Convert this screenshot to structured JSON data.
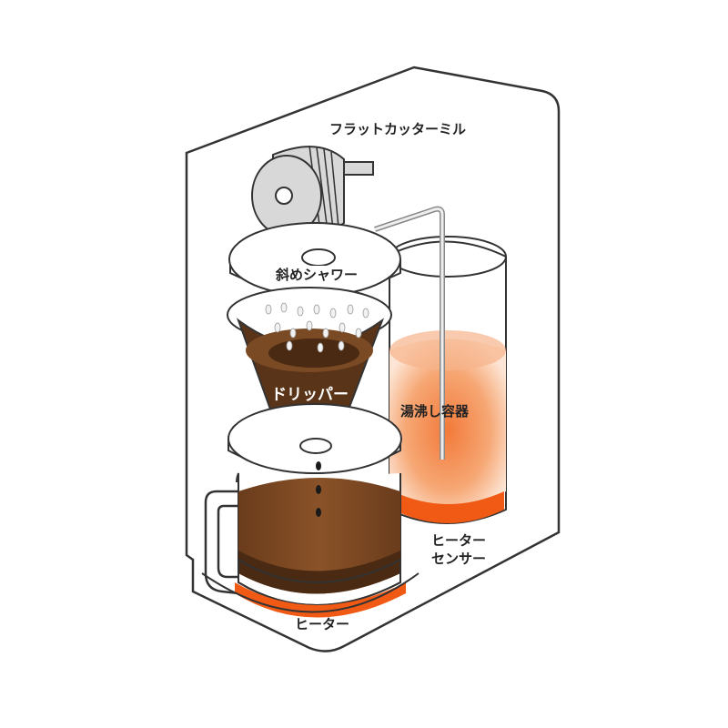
{
  "labels": {
    "mill": "フラットカッターミル",
    "shower": "斜めシャワー",
    "dripper": "ドリッパー",
    "boiler": "湯沸し容器",
    "heater_sensor_line1": "ヒーター",
    "heater_sensor_line2": "センサー",
    "heater": "ヒーター"
  },
  "colors": {
    "outline": "#333333",
    "body_fill": "#ffffff",
    "mill_gray": "#d8d8d8",
    "coffee_dark": "#5a3418",
    "coffee_mid": "#7a4a25",
    "hot_water": "#f4a070",
    "heater_orange": "#f05a14",
    "dripper_label": "#ffffff"
  }
}
